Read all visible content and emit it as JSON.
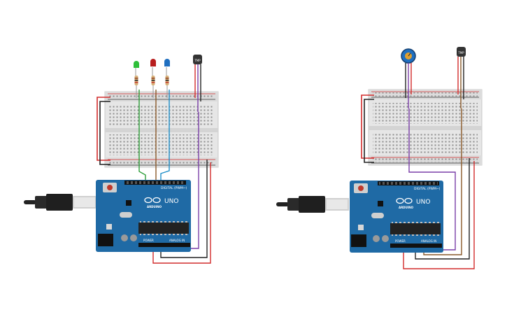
{
  "circuits": [
    {
      "id": "circuit-1",
      "board": {
        "logo_text": "UNO",
        "brand_text": "ARDUINO",
        "digital_label": "DIGITAL (PWM~)",
        "power_label": "POWER",
        "analog_label": "ANALOG IN"
      },
      "components": [
        "green-led",
        "red-led",
        "blue-led",
        "temperature-sensor"
      ],
      "sensor_label": "TMP"
    },
    {
      "id": "circuit-2",
      "board": {
        "logo_text": "UNO",
        "brand_text": "ARDUINO",
        "digital_label": "DIGITAL (PWM~)",
        "power_label": "POWER",
        "analog_label": "ANALOG IN"
      },
      "components": [
        "potentiometer",
        "temperature-sensor"
      ],
      "sensor_label": "TMP"
    }
  ],
  "colors": {
    "board": "#1f6aa5",
    "breadboard": "#e6e6e6",
    "wire_red": "#d22c2c",
    "wire_black": "#222222",
    "wire_purple": "#7a3ea8",
    "wire_green": "#2f9e3a",
    "wire_brown": "#8a5a2b",
    "wire_blue": "#1f8fc9",
    "led_green": "#2fbf3a",
    "led_red": "#b81e1e",
    "led_blue": "#1f6fc0"
  }
}
